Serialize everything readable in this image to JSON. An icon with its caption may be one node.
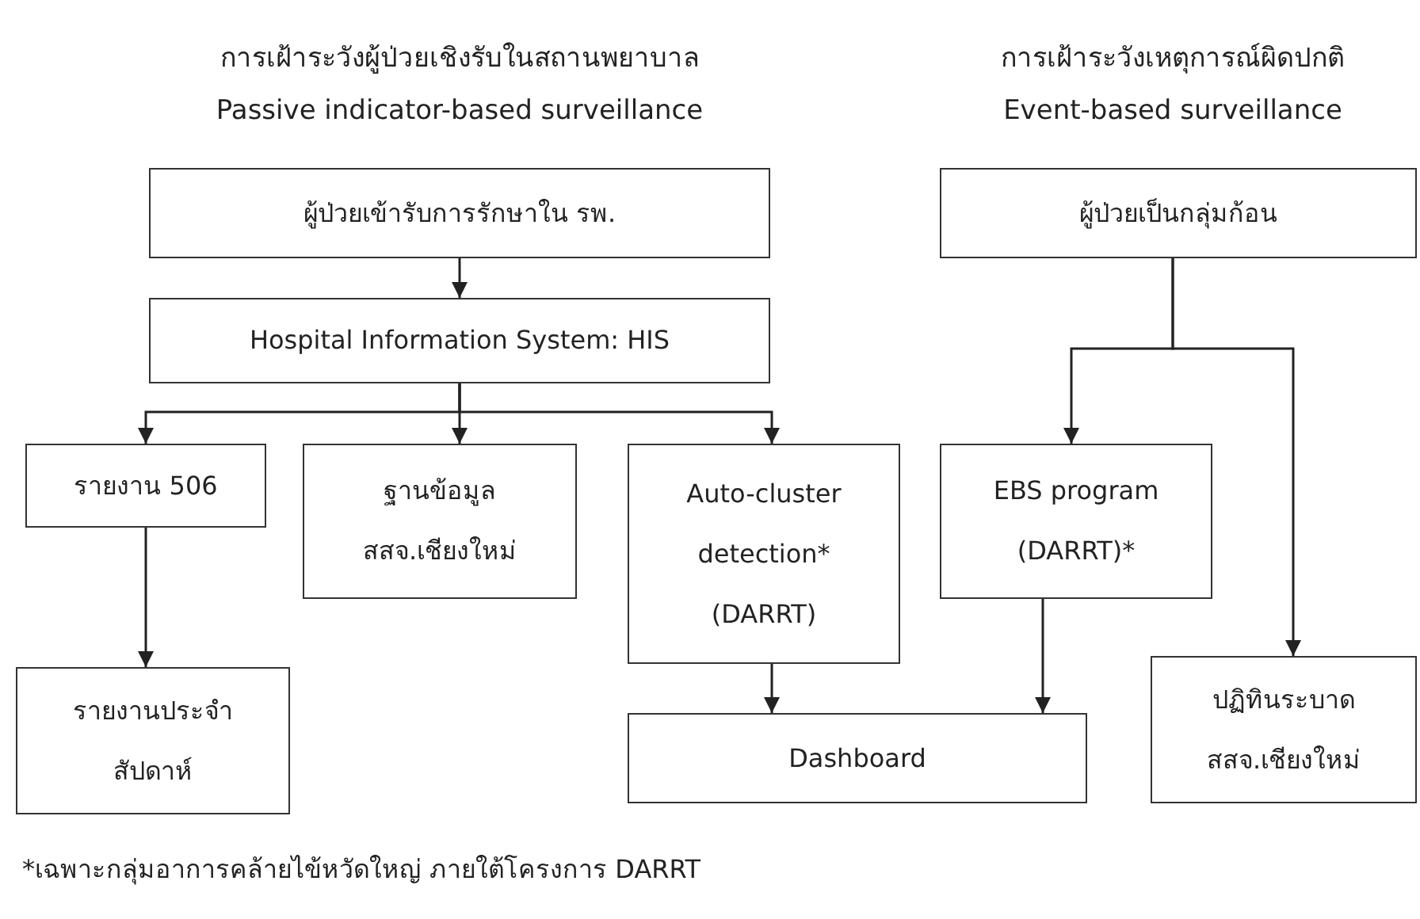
{
  "diagram": {
    "nodes": [
      {
        "text": [
          "ผู้ป่วยเข้ารับการรักษาใน รพ."
        ]
      },
      {
        "text": [
          "Hospital Information System: HIS"
        ]
      },
      {
        "text": [
          "รายงาน 506"
        ]
      },
      {
        "text": [
          "ฐานข้อมูล สสจ.เชียงใหม่"
        ]
      },
      {
        "text": [
          "Auto-cluster detection* (DARRT)"
        ]
      },
      {
        "text": [
          "รายงานประจำ สัปดาห์"
        ]
      },
      {
        "text": [
          "Dashboard"
        ]
      },
      {
        "text": [
          "ผู้ป่วยเป็นกลุ่มก้อน"
        ]
      },
      {
        "text": [
          "EBS program (DARRT)*"
        ]
      },
      {
        "text": [
          "ปฏิทินระบาด สสจ.เชียงใหม่"
        ]
      }
    ],
    "edges": [
      {
        "from": 0,
        "to": 1,
        "arrow": "to"
      },
      {
        "from": 1,
        "to": 2,
        "arrow": "to"
      },
      {
        "from": 1,
        "to": 3,
        "arrow": "to"
      },
      {
        "from": 1,
        "to": 4,
        "arrow": "to"
      },
      {
        "from": 2,
        "to": 5,
        "arrow": "to"
      },
      {
        "from": 4,
        "to": 6,
        "arrow": "to"
      },
      {
        "from": 8,
        "to": 6,
        "arrow": "to"
      },
      {
        "from": 7,
        "to": 8,
        "arrow": "to"
      },
      {
        "from": 7,
        "to": 9,
        "arrow": "to"
      }
    ],
    "labels": [
      "การเฝ้าระวังผู้ป่วยเชิงรับในสถานพยาบาล",
      "Passive indicator-based surveillance",
      "การเฝ้าระวังเหตุการณ์ผิดปกติ",
      "Event-based surveillance",
      "*เฉพาะกลุ่มอาการคล้ายไข้หวัดใหญ่ ภายใต้โครงการ DARRT"
    ]
  }
}
